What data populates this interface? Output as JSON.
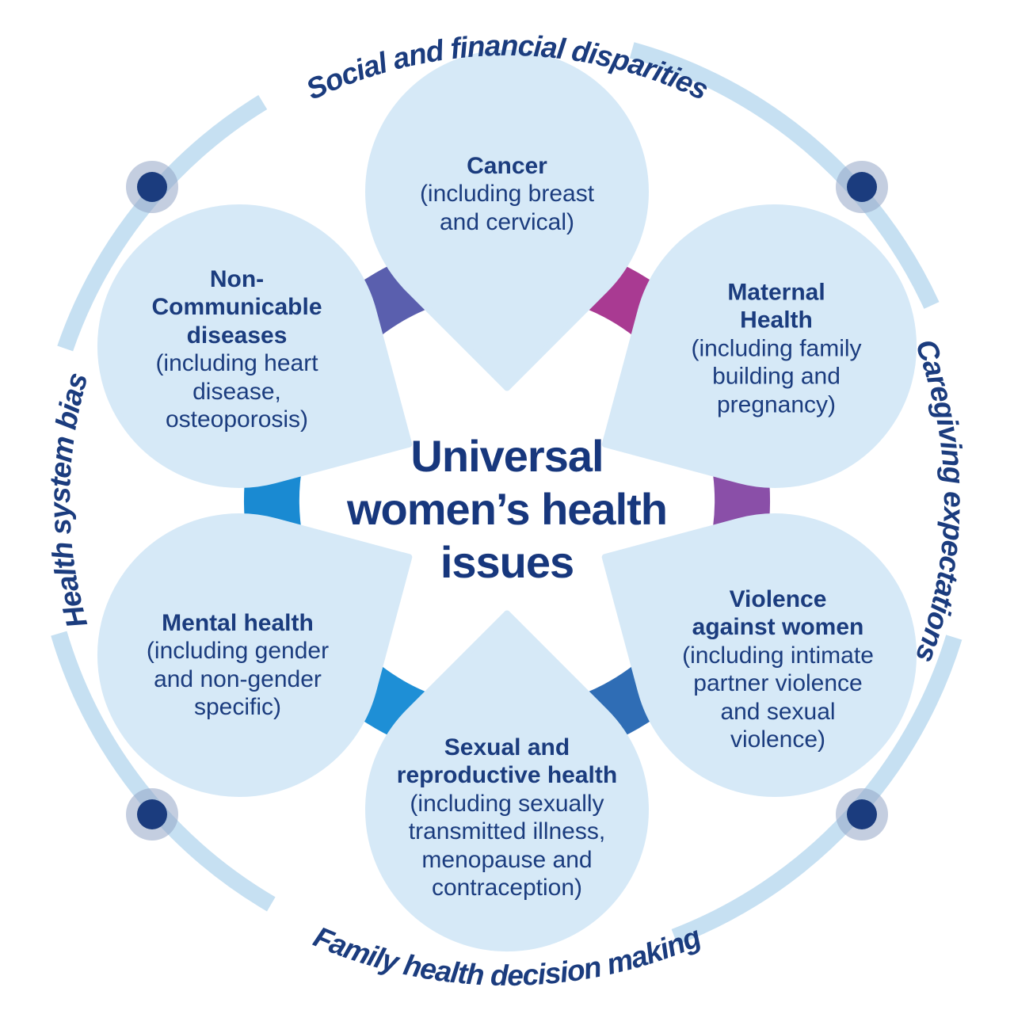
{
  "center": {
    "title": "Universal\nwomen’s health\nissues"
  },
  "petals": [
    {
      "id": "cancer",
      "heading": "Cancer",
      "detail": "(including breast\nand cervical)"
    },
    {
      "id": "maternal-health",
      "heading": "Maternal\nHealth",
      "detail": "(including family\nbuilding and\npregnancy)"
    },
    {
      "id": "violence-against-women",
      "heading": "Violence\nagainst women",
      "detail": "(including intimate\npartner violence\nand sexual\nviolence)"
    },
    {
      "id": "sexual-reproductive-health",
      "heading": "Sexual and\nreproductive health",
      "detail": "(including sexually\ntransmitted illness,\nmenopause and\ncontraception)"
    },
    {
      "id": "mental-health",
      "heading": "Mental health",
      "detail": "(including gender\nand non-gender\nspecific)"
    },
    {
      "id": "non-communicable-diseases",
      "heading": "Non-\nCommunicable\ndiseases",
      "detail": "(including heart\ndisease,\nosteoporosis)"
    }
  ],
  "perimeter": {
    "top": "Social and financial disparities",
    "right": "Caregiving expectations",
    "bottom": "Family health decision making",
    "left": "Health system bias"
  },
  "colors": {
    "petal_fill": "#d6e9f7",
    "outer_ring": "#c6e0f2",
    "text_navy": "#1b3c7e",
    "dot_core": "#1b3c7e",
    "dot_halo": "#93a5c6",
    "connector_top_left": "#5a5fae",
    "connector_top_right": "#a93a92",
    "connector_right": "#8a4fa8",
    "connector_bottom_right": "#2f6db5",
    "connector_bottom_left": "#1e8fd6",
    "connector_left": "#1a8ad2"
  }
}
